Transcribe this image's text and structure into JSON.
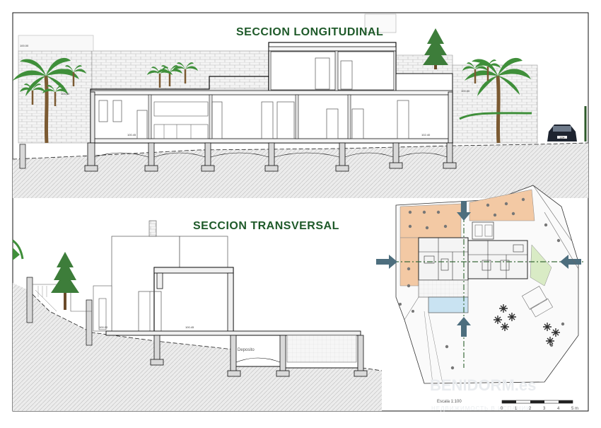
{
  "titles": {
    "longitudinal": "SECCION LONGITUDINAL",
    "transversal": "SECCION TRANSVERSAL"
  },
  "room_labels": {
    "deposito": "Deposito"
  },
  "scale": {
    "label": "Escala 1:100",
    "ticks": [
      "0",
      "1",
      "2",
      "3",
      "4",
      "5 m"
    ]
  },
  "watermark": {
    "line1": "BENIDORM.es",
    "line2": "НЕДВИЖИМОСТЬ В ИСПАНИИ"
  },
  "plate": {
    "text": "1234"
  },
  "level_marks": [
    "100.00",
    "103.30",
    "100.45",
    "102.40",
    "100.00"
  ],
  "colors": {
    "title_green": "#1f5a2a",
    "terrace_orange": "#f3c9a4",
    "lawn_green": "#d9ebc5",
    "pool_blue": "#c9e3f2",
    "section_arrow": "#4d6e7e"
  }
}
